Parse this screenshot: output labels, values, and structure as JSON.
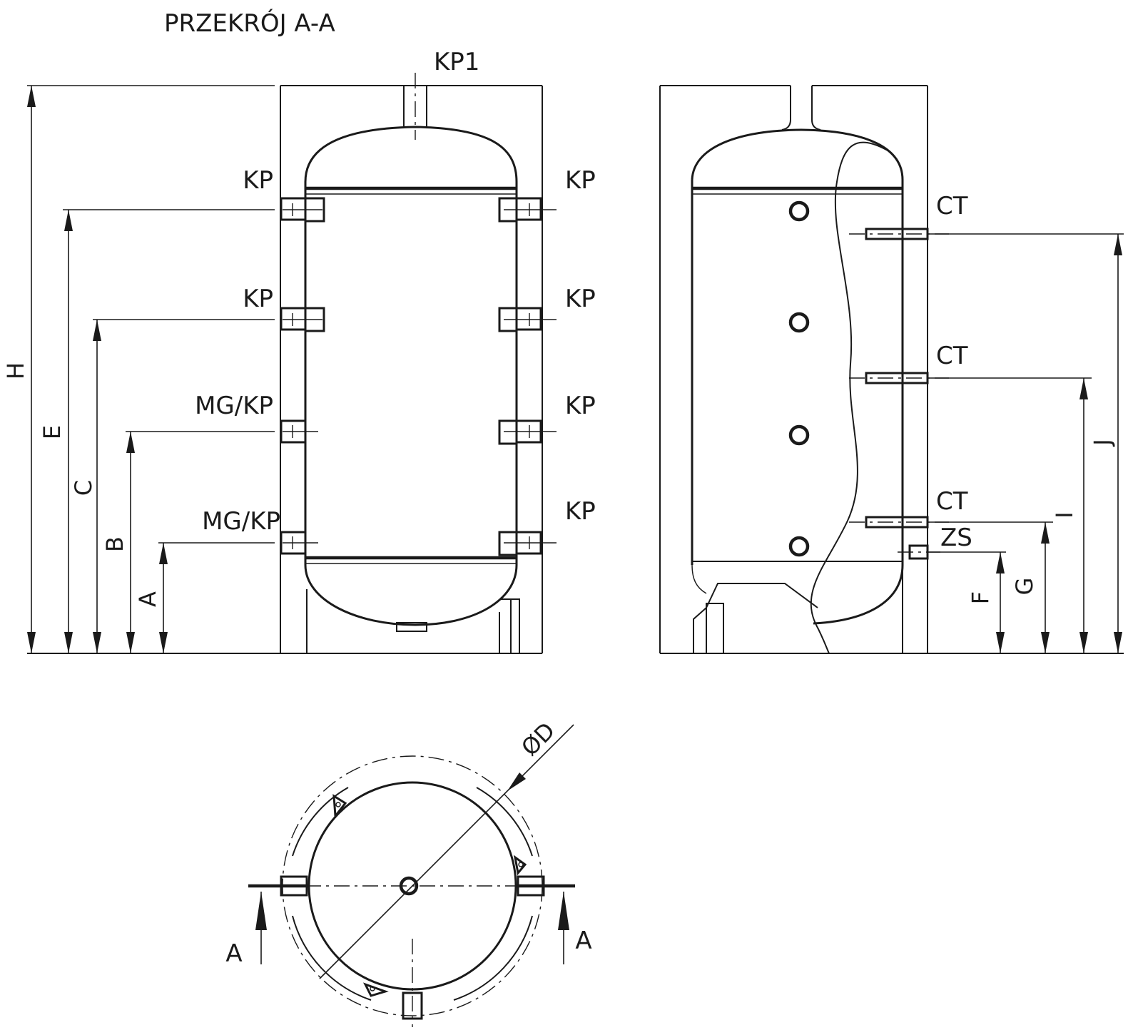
{
  "section_title": "PRZEKRÓJ A-A",
  "top_nozzle_label": "KP1",
  "left_side_labels": [
    "KP",
    "KP",
    "MG/KP",
    "MG/KP"
  ],
  "right_side_labels": [
    "KP",
    "KP",
    "KP",
    "KP"
  ],
  "side_view_labels": [
    "CT",
    "CT",
    "CT",
    "ZS"
  ],
  "left_dimensions": [
    "H",
    "E",
    "C",
    "B",
    "A"
  ],
  "right_dimensions": [
    "J",
    "I",
    "G",
    "F"
  ],
  "diameter_label": "ØD",
  "section_markers": [
    "A",
    "A"
  ]
}
